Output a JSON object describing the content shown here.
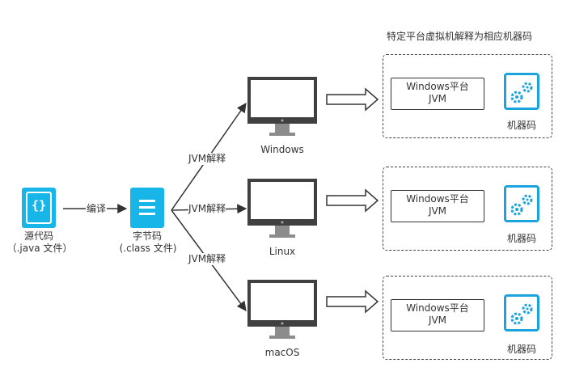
{
  "header": "特定平台虚拟机解释为相应机器码",
  "source": {
    "name": "源代码",
    "ext": "（.java 文件）",
    "glyph": "{}"
  },
  "compile_label": "编译",
  "bytecode": {
    "name": "字节码",
    "ext": "(.class 文件)"
  },
  "interpret_labels": [
    "JVM解释",
    "JVM解释",
    "JVM解释"
  ],
  "platforms": [
    {
      "os": "Windows",
      "jvm_line1": "Windows平台",
      "jvm_line2": "JVM",
      "machine": "机器码"
    },
    {
      "os": "Linux",
      "jvm_line1": "Windows平台",
      "jvm_line2": "JVM",
      "machine": "机器码"
    },
    {
      "os": "macOS",
      "jvm_line1": "Windows平台",
      "jvm_line2": "JVM",
      "machine": "机器码"
    }
  ],
  "colors": {
    "accent": "#17b5e8",
    "monitor": "#404040",
    "line": "#333333"
  }
}
